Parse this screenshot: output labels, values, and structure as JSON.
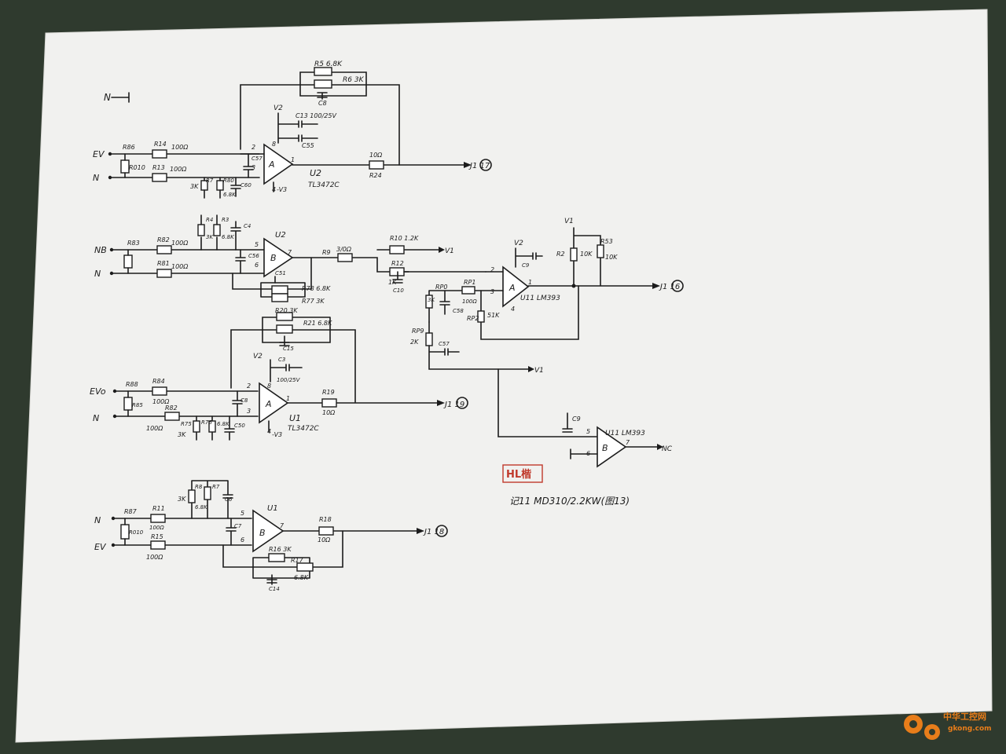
{
  "colors": {
    "desk": "#2f3a2e",
    "paper": "#f1f1ef",
    "ink": "#1c1c1c",
    "seal": "#c0392b",
    "watermark": "#e87d1a"
  },
  "nets": {
    "n_top": "N",
    "ev_in1": "EV",
    "n_in1": "N",
    "nb_in2": "NB",
    "n_in2": "N",
    "ev_in3": "EVo",
    "n_in3": "N",
    "n_in4": "N",
    "ev_in4": "EV",
    "v1": "V1",
    "v2": "V2",
    "neg_v3": "-V3",
    "nc": "NC"
  },
  "outputs": {
    "j1_17": "J1 17",
    "j1_16": "J1 16",
    "j1_19": "J1 19",
    "j1_18": "J1 18"
  },
  "chips": {
    "u2": "U2",
    "u2_part": "TL3472C",
    "u1": "U1",
    "u1_part": "TL3472C",
    "u11": "U11 LM393",
    "u11b": "U11 LM393",
    "a": "A",
    "b": "B"
  },
  "pins": [
    "2",
    "3",
    "8",
    "4",
    "1",
    "5",
    "6",
    "7"
  ],
  "parts": {
    "r5": "R5 6.8K",
    "r6": "R6 3K",
    "c8": "C8",
    "c13": "C13 100/25V",
    "c55": "C55",
    "r86": "R86",
    "r14": "R14",
    "r14v": "100Ω",
    "r010": "R010",
    "r13": "R13",
    "r13v": "100Ω",
    "c57": "C57",
    "r7": "R7",
    "r7v": "3K",
    "r80": "R80",
    "r80v": "6.8K",
    "c60": "C60",
    "r24": "R24",
    "r24v": "10Ω",
    "r4": "R4",
    "r3": "R3",
    "r4v": "3K",
    "r3v": "6.8K",
    "c4": "C4",
    "r83": "R83",
    "r82": "R82",
    "r82v": "100Ω",
    "r81": "R81",
    "r81v": "100Ω",
    "c56": "C56",
    "c51": "C51",
    "r78": "R78 6.8K",
    "r77": "R77 3K",
    "r9": "R9",
    "r9v": "3/0Ω",
    "r10": "R10 1.2K",
    "r12": "R12",
    "r12v": "1K",
    "c10": "C10",
    "c9": "C9",
    "r2": "R2",
    "r2v": "10K",
    "r53": "R53",
    "r53v": "10K",
    "rp0": "RP0",
    "rp0v": "3K",
    "rp1": "RP1",
    "rp1v": "100Ω",
    "c58": "C58",
    "rp2": "RP2",
    "rp2v": "51K",
    "rp9": "RP9",
    "rp9v": "2K",
    "c57b": "C57",
    "r20": "R20 3K",
    "r21": "R21 6.8K",
    "c15": "C15",
    "c3": "C3",
    "c3v": "100/25V",
    "r88": "R88",
    "r84": "R84",
    "r84v": "100Ω",
    "r85": "R85",
    "r82b": "R82",
    "r82bv": "100Ω",
    "c8b": "C8",
    "r75": "R75",
    "r75v": "3K",
    "r76": "R76",
    "r76v": "6.8K",
    "c50": "C50",
    "r19": "R19",
    "r19v": "10Ω",
    "c9b": "C9",
    "r87": "R87",
    "r11": "R11",
    "r11v": "100Ω",
    "r010b": "R010",
    "r15": "R15",
    "r15v": "100Ω",
    "r8": "R8",
    "r8v": "3K",
    "r8v2": "6.8K",
    "r7b": "R7",
    "c6": "C6",
    "c7": "C7",
    "r18": "R18",
    "r18v": "10Ω",
    "r16": "R16 3K",
    "r17": "R17",
    "r17v": "6.8K",
    "c14": "C14"
  },
  "caption": "记11 MD310/2.2KW(图13)",
  "seal_text": "HL楷",
  "watermark": {
    "name": "中华工控网",
    "url": "gkong.com"
  }
}
